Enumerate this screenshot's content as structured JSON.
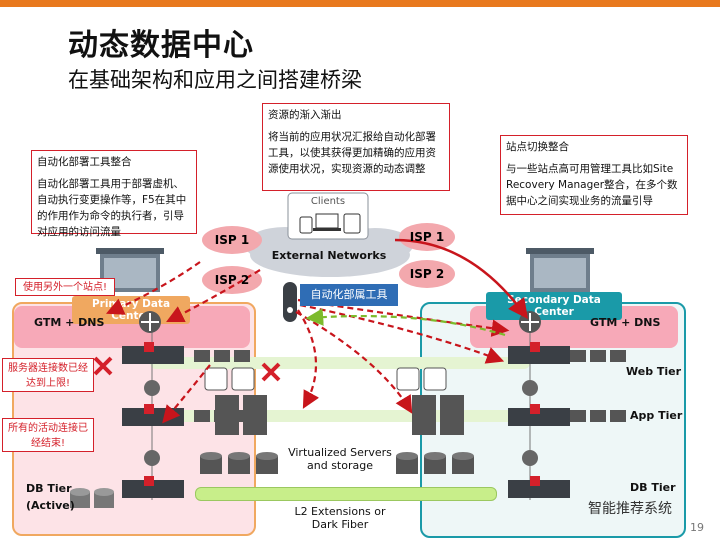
{
  "slide": {
    "title": "动态数据中心",
    "subtitle": "在基础架构和应用之间搭建桥梁",
    "page_number": "19",
    "watermark": "智能推荐系统"
  },
  "callouts": {
    "left": {
      "heading": "自动化部署工具整合",
      "body": "自动化部署工具用于部署虚机、自动执行变更操作等，F5在其中的作用作为命令的执行者，引导对应用的访问流量"
    },
    "middle": {
      "heading": "资源的渐入渐出",
      "body": "将当前的应用状况汇报给自动化部署工具，以使其获得更加精确的应用资源使用状况，实现资源的动态调整"
    },
    "right": {
      "heading": "站点切换整合",
      "body": "与一些站点高可用管理工具比如Site Recovery Manager整合，在多个数据中心之间实现业务的流量引导"
    }
  },
  "network": {
    "clients": "Clients",
    "external": "External Networks",
    "isp1_left": "ISP 1",
    "isp2_left": "ISP 2",
    "isp1_right": "ISP 1",
    "isp2_right": "ISP 2",
    "automation_tool": "自动化部属工具"
  },
  "primary_dc": {
    "label": "Primary Data Center",
    "gtm": "GTM + DNS",
    "db_tier": "DB Tier",
    "db_status": "(Active)"
  },
  "secondary_dc": {
    "label": "Secondary Data Center",
    "gtm": "GTM + DNS",
    "web_tier": "Web Tier",
    "app_tier": "App Tier",
    "db_tier": "DB Tier"
  },
  "notes": {
    "use_other_site": "使用另外一个站点!",
    "server_limit": "服务器连接数已经达到上限!",
    "active_ended": "所有的活动连接已经结束!"
  },
  "center": {
    "virtualized": "Virtualized Servers and storage",
    "l2": "L2 Extensions or Dark Fiber"
  },
  "colors": {
    "accent": "#e8791e",
    "alert": "#d4202a",
    "primary_dc": "#f5b5c0",
    "secondary_dc": "#1a9aa8",
    "tier_bar": "#c8ee8a"
  }
}
